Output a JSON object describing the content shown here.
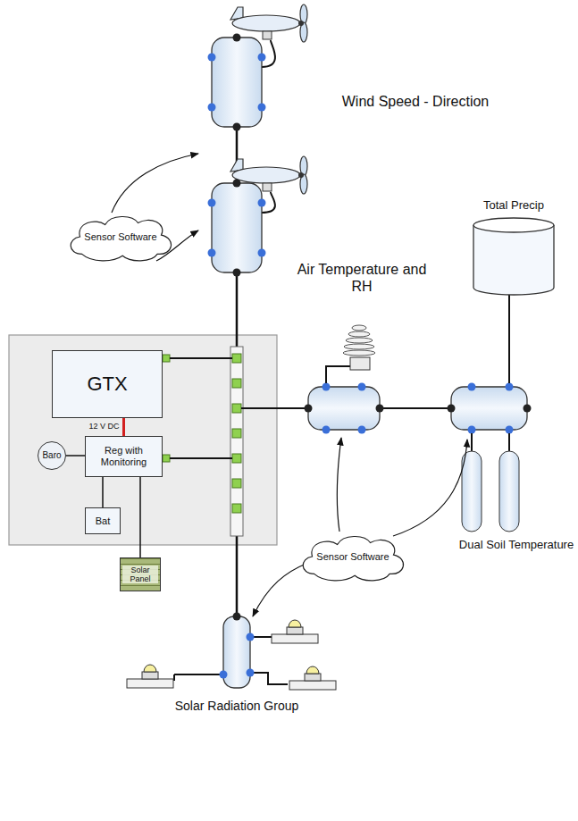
{
  "diagram": {
    "nodes": [
      {
        "text": [
          "Sensor Software"
        ]
      },
      {
        "text": [
          "GTX"
        ]
      },
      {
        "text": [
          "Baro"
        ]
      },
      {
        "text": [
          "Reg with Monitoring"
        ]
      },
      {
        "text": [
          "Bat"
        ]
      },
      {
        "text": [
          "Solar Panel"
        ]
      },
      {
        "text": [
          "Sensor Software"
        ]
      }
    ],
    "edges": [
      {
        "from": 3,
        "to": 1,
        "label": "12 V DC",
        "arrow": "none"
      },
      {
        "from": 2,
        "to": 3,
        "arrow": "none"
      },
      {
        "from": 3,
        "to": 4,
        "arrow": "none"
      },
      {
        "from": 3,
        "to": 5,
        "arrow": "none"
      }
    ],
    "labels": [
      "Wind Speed - Direction",
      "Air Temperature and RH",
      "Total Precip",
      "Dual Soil Temperature",
      "Solar Radiation Group"
    ]
  }
}
